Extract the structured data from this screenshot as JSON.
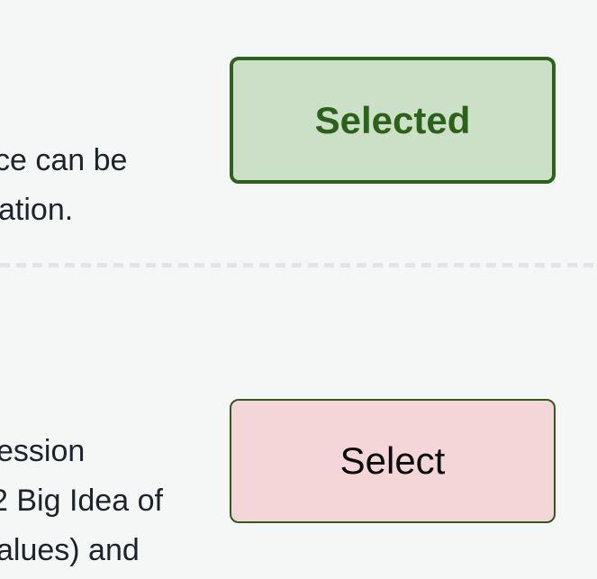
{
  "page": {
    "background": "#f5f6f6",
    "text_color": "#1e222a"
  },
  "paragraph_upper": {
    "lines": [
      "ce can be",
      "ation."
    ]
  },
  "paragraph_lower": {
    "lines": [
      "ession",
      "2 Big Idea of",
      "alues) and"
    ]
  },
  "options": [
    {
      "button_label": "Selected",
      "state": "selected",
      "bg": "#cce0c7",
      "border_color": "#2d611c",
      "text_color": "#2c6119"
    },
    {
      "button_label": "Select",
      "state": "unselected",
      "bg": "#f5d6d8",
      "border_color": "#2d5c1e",
      "text_color": "#0a0a0a"
    }
  ],
  "divider": {
    "style": "dashed",
    "color": "#e1e5e9"
  }
}
